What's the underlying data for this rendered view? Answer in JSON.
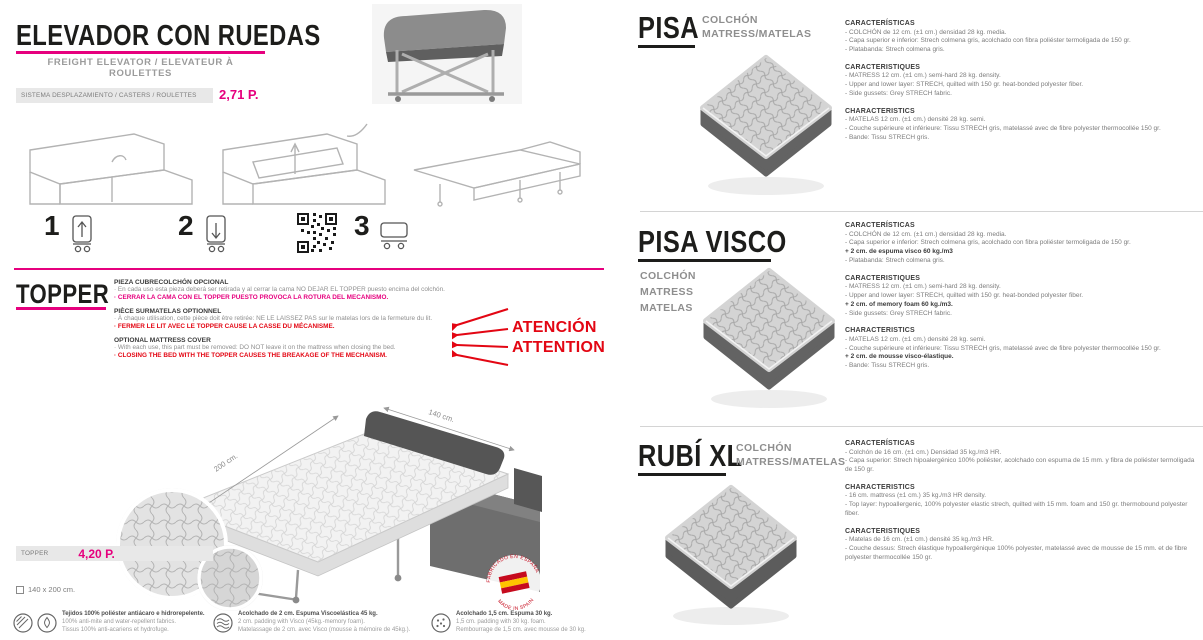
{
  "accent": {
    "pink": "#e6007e",
    "red": "#e30613"
  },
  "left": {
    "title": "ELEVADOR CON RUEDAS",
    "subtitle": "FREIGHT ELEVATOR / ELEVATEUR À ROULETTES",
    "system_label": "SISTEMA DESPLAZAMIENTO / CASTERS / ROULETTES",
    "system_price": "2,71 P.",
    "step1": "1",
    "step2": "2",
    "step3": "3",
    "topper_title": "TOPPER",
    "warn": {
      "es_h": "PIEZA CUBRECOLCHÓN OPCIONAL",
      "es_t": "· En cada uso esta pieza deberá ser retirada y al cerrar la cama NO DEJAR EL TOPPER puesto encima del colchón.",
      "es_w": "· CERRAR LA CAMA CON EL TOPPER PUESTO PROVOCA LA ROTURA DEL MECANISMO.",
      "fr_h": "PIÈCE SURMATELAS OPTIONNEL",
      "fr_t": "· À chaque utilisation, cette pièce doit être retirée: NE LE LAISSEZ PAS sur le matelas lors de la fermeture du lit.",
      "fr_w": "· FERMER LE LIT AVEC LE TOPPER CAUSE LA CASSE DU MÉCANISME.",
      "en_h": "OPTIONAL MATTRESS COVER",
      "en_t": "· With each use, this part must be removed: DO NOT leave it on the mattress when closing the bed.",
      "en_w": "· CLOSING THE BED WITH THE TOPPER CAUSES THE BREAKAGE OF THE MECHANISM."
    },
    "attention1": "ATENCIÓN",
    "attention2": "ATTENTION",
    "dim_depth": "200 cm.",
    "dim_width": "140 cm.",
    "stamp_top": "FABRICADO EN ESPAÑA",
    "stamp_bottom": "MADE IN SPAIN",
    "topper_bar_label": "TOPPER",
    "topper_bar_price": "4,20 P.",
    "size_note": "140 x 200 cm.",
    "footer1_l1": "Tejidos 100% poliéster antiácaro e hidrorepelente.",
    "footer1_l2": "100% anti-mite and water-repellent fabrics.",
    "footer1_l3": "Tissus 100% anti-acariens et hydrofuge.",
    "footer2_l1": "Acolchado de 2 cm. Espuma Viscoelástica 45 kg.",
    "footer2_l2": "2 cm. padding with Visco (45kg.-memory foam).",
    "footer2_l3": "Matelassage de 2 cm. avec Visco (mousse à mémoire de 45kg.).",
    "footer3_l1": "Acolchado 1,5 cm. Espuma 30 kg.",
    "footer3_l2": "1,5 cm. padding with 30 kg. foam.",
    "footer3_l3": "Rembourrage de 1,5 cm. avec mousse de 30 kg."
  },
  "right": {
    "p1": {
      "name": "PISA",
      "sub1": "COLCHÓN",
      "sub2": "MATRESS/MATELAS",
      "b1h": "CARACTERÍSTICAS",
      "b1l1": "- COLCHÓN de 12 cm. (±1 cm.) densidad 28 kg. media.",
      "b1l2": "- Capa superior e inferior: Strech colmena gris, acolchado con fibra poliéster termoligada de 150 gr.",
      "b1l3": "- Platabanda: Strech colmena gris.",
      "b2h": "CARACTERISTIQUES",
      "b2l1": "- MATRESS 12 cm. (±1 cm.) semi-hard 28 kg. density.",
      "b2l2": "- Upper and lower layer: STRECH, quilted with 150 gr. heat-bonded polyester fiber.",
      "b2l3": "- Side gussets: Grey STRECH fabric.",
      "b3h": "CHARACTERISTICS",
      "b3l1": "- MATELAS 12 cm. (±1 cm.) densité 28 kg. semi.",
      "b3l2": "- Couche supérieure et inférieure: Tissu STRECH gris, matelassé avec de fibre polyester thermocollée 150 gr.",
      "b3l3": "- Bande: Tissu STRECH gris."
    },
    "p2": {
      "name": "PISA VISCO",
      "sub1": "COLCHÓN",
      "sub2": "MATRESS",
      "sub3": "MATELAS",
      "b1h": "CARACTERÍSTICAS",
      "b1l1": "- COLCHÓN de 12 cm. (±1 cm.) densidad 28 kg. media.",
      "b1l2": "- Capa superior e inferior: Strech colmena gris, acolchado con fibra poliéster termoligada de 150 gr.",
      "b1l3": "+ 2 cm. de espuma visco 60 kg./m3",
      "b1l4": "- Platabanda: Strech colmena gris.",
      "b2h": "CARACTERISTIQUES",
      "b2l1": "- MATRESS 12 cm. (±1 cm.) semi-hard 28 kg. density.",
      "b2l2": "- Upper and lower layer: STRECH, quilted with 150 gr. heat-bonded polyester fiber.",
      "b2l3": "+ 2 cm. of memory foam 60 kg./m3.",
      "b2l4": "- Side gussets: Grey STRECH fabric.",
      "b3h": "CHARACTERISTICS",
      "b3l1": "- MATELAS 12 cm. (±1 cm.) densité 28 kg. semi.",
      "b3l2": "- Couche supérieure et inférieure: Tissu STRECH gris, matelassé avec de fibre polyester thermocollée 150 gr.",
      "b3l3": "+ 2 cm. de mousse visco-élastique.",
      "b3l4": "- Bande: Tissu STRECH gris."
    },
    "p3": {
      "name": "RUBÍ XL",
      "sub1": "COLCHÓN",
      "sub2": "MATRESS/MATELAS",
      "b1h": "CARACTERÍSTICAS",
      "b1l1": "- Colchón de 16 cm. (±1 cm.) Densidad 35 kg./m3 HR.",
      "b1l2": "- Capa superior: Strech hipoalergénico 100% poliéster, acolchado con espuma de 15 mm. y fibra de poliéster termoligada de 150 gr.",
      "b2h": "CHARACTERISTICS",
      "b2l1": "- 16 cm. mattress (±1 cm.) 35 kg./m3 HR density.",
      "b2l2": "- Top layer: hypoallergenic, 100% polyester elastic strech, quilted with 15 mm. foam and 150 gr. thermobound polyester fiber.",
      "b3h": "CARACTERISTIQUES",
      "b3l1": "- Matelas de 16 cm. (±1 cm.) densité 35 kg./m3 HR.",
      "b3l2": "- Couche dessus: Strech élastique hypoallergénique 100% polyester, matelassé avec de mousse de 15 mm. et de fibre polyester thermocollée 150 gr."
    }
  }
}
